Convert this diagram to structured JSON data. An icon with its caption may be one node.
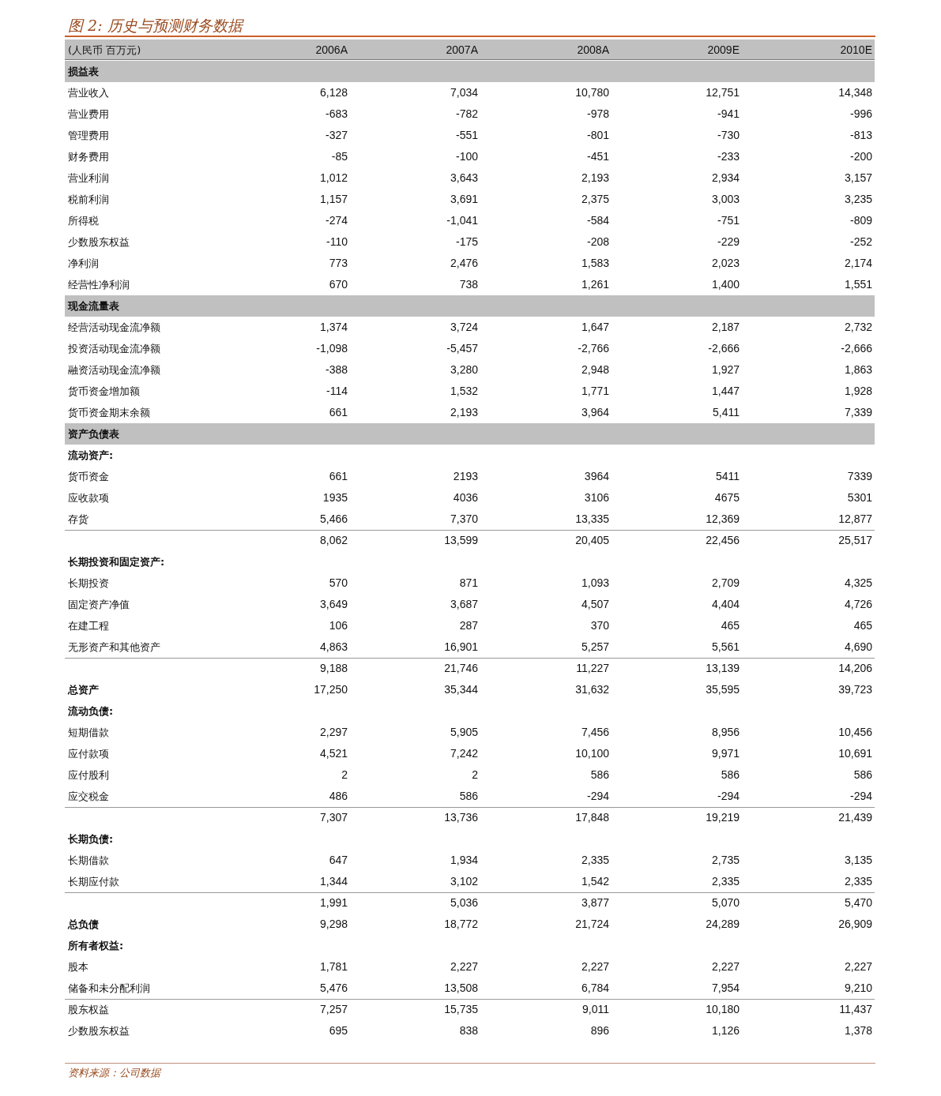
{
  "diagram": {
    "title": "图 2: 历史与预测财务数据",
    "caption": "资料来源：公司数据",
    "labels": [
      "(人民币 百万元)",
      "2006A",
      "2007A",
      "2008A",
      "2009E",
      "2010E",
      "损益表",
      "营业收入",
      "6,128",
      "7,034",
      "10,780",
      "12,751",
      "14,348",
      "营业费用",
      "-683",
      "-782",
      "-978",
      "-941",
      "-996",
      "管理费用",
      "-327",
      "-551",
      "-801",
      "-730",
      "-813",
      "财务费用",
      "-85",
      "-100",
      "-451",
      "-233",
      "-200",
      "营业利润",
      "1,012",
      "3,643",
      "2,193",
      "2,934",
      "3,157",
      "税前利润",
      "1,157",
      "3,691",
      "2,375",
      "3,003",
      "3,235",
      "所得税",
      "-274",
      "-1,041",
      "-584",
      "-751",
      "-809",
      "少数股东权益",
      "-110",
      "-175",
      "-208",
      "-229",
      "-252",
      "净利润",
      "773",
      "2,476",
      "1,583",
      "2,023",
      "2,174",
      "经营性净利润",
      "670",
      "738",
      "1,261",
      "1,400",
      "1,551",
      "现金流量表",
      "经营活动现金流净额",
      "1,374",
      "3,724",
      "1,647",
      "2,187",
      "2,732",
      "投资活动现金流净额",
      "-1,098",
      "-5,457",
      "-2,766",
      "-2,666",
      "-2,666",
      "融资活动现金流净额",
      "-388",
      "3,280",
      "2,948",
      "1,927",
      "1,863",
      "货币资金增加额",
      "-114",
      "1,532",
      "1,771",
      "1,447",
      "1,928",
      "货币资金期末余额",
      "661",
      "2,193",
      "3,964",
      "5,411",
      "7,339",
      "资产负债表",
      "流动资产:",
      "货币资金",
      "661",
      "2193",
      "3964",
      "5411",
      "7339",
      "应收款项",
      "1935",
      "4036",
      "3106",
      "4675",
      "5301",
      "存货",
      "5,466",
      "7,370",
      "13,335",
      "12,369",
      "12,877",
      "8,062",
      "13,599",
      "20,405",
      "22,456",
      "25,517",
      "长期投资和固定资产:",
      "长期投资",
      "570",
      "871",
      "1,093",
      "2,709",
      "4,325",
      "固定资产净值",
      "3,649",
      "3,687",
      "4,507",
      "4,404",
      "4,726",
      "在建工程",
      "106",
      "287",
      "370",
      "465",
      "465",
      "无形资产和其他资产",
      "4,863",
      "16,901",
      "5,257",
      "5,561",
      "4,690",
      "9,188",
      "21,746",
      "11,227",
      "13,139",
      "14,206",
      "总资产",
      "17,250",
      "35,344",
      "31,632",
      "35,595",
      "39,723",
      "流动负债:",
      "短期借款",
      "2,297",
      "5,905",
      "7,456",
      "8,956",
      "10,456",
      "应付款项",
      "4,521",
      "7,242",
      "10,100",
      "9,971",
      "10,691",
      "应付股利",
      "2",
      "2",
      "586",
      "586",
      "586",
      "应交税金",
      "486",
      "586",
      "-294",
      "-294",
      "-294",
      "7,307",
      "13,736",
      "17,848",
      "19,219",
      "21,439",
      "长期负债:",
      "长期借款",
      "647",
      "1,934",
      "2,335",
      "2,735",
      "3,135",
      "长期应付款",
      "1,344",
      "3,102",
      "1,542",
      "2,335",
      "2,335",
      "1,991",
      "5,036",
      "3,877",
      "5,070",
      "5,470",
      "总负债",
      "9,298",
      "18,772",
      "21,724",
      "24,289",
      "26,909",
      "所有者权益:",
      "股本",
      "1,781",
      "2,227",
      "2,227",
      "2,227",
      "2,227",
      "储备和未分配利润",
      "5,476",
      "13,508",
      "6,784",
      "7,954",
      "9,210",
      "股东权益",
      "7,257",
      "15,735",
      "9,011",
      "10,180",
      "11,437",
      "少数股东权益",
      "695",
      "838",
      "896",
      "1,126",
      "1,378"
    ]
  }
}
